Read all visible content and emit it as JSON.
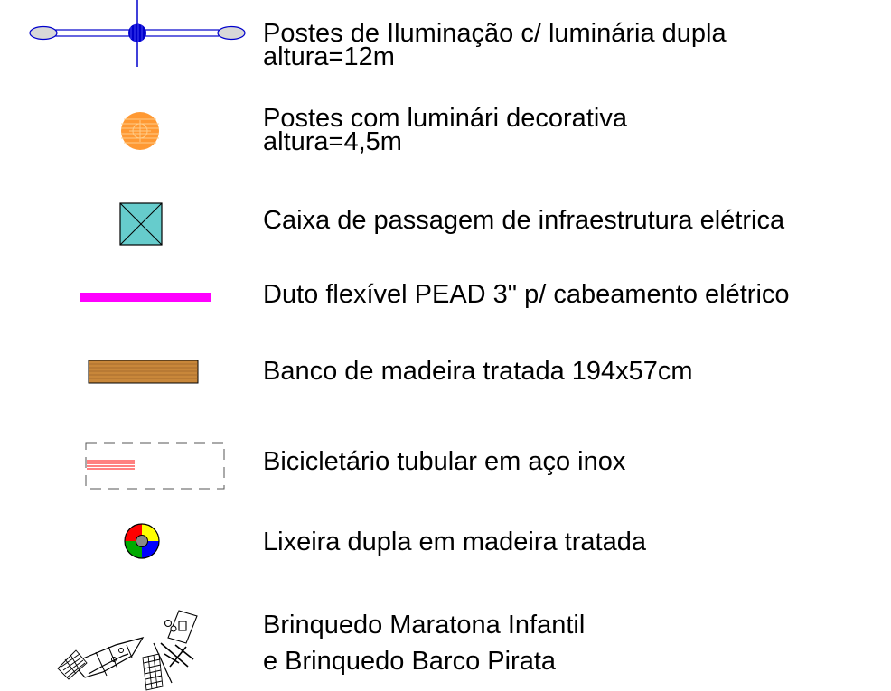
{
  "legend": {
    "items": [
      {
        "symbol": "double-lamp-pole-icon",
        "lines": [
          "Postes de Iluminação c/ luminária dupla",
          "altura=12m"
        ]
      },
      {
        "symbol": "decorative-lamp-post-icon",
        "lines": [
          "Postes com luminári decorativa",
          "altura=4,5m"
        ]
      },
      {
        "symbol": "junction-box-icon",
        "lines": [
          "Caixa de passagem de infraestrutura elétrica"
        ]
      },
      {
        "symbol": "flexible-duct-line-icon",
        "lines": [
          "Duto flexível PEAD 3\" p/ cabeamento elétrico"
        ]
      },
      {
        "symbol": "wooden-bench-icon",
        "lines": [
          "Banco de madeira tratada 194x57cm"
        ]
      },
      {
        "symbol": "bicycle-rack-icon",
        "lines": [
          "Bicicletário tubular em aço inox"
        ]
      },
      {
        "symbol": "double-trash-bin-icon",
        "lines": [
          "Lixeira dupla em madeira tratada"
        ]
      },
      {
        "symbol": "playground-equipment-icon",
        "lines": [
          "Brinquedo Maratona Infantil",
          "e Brinquedo Barco Pirata"
        ]
      }
    ]
  },
  "colors": {
    "lamp_pole_blue": "#0000cc",
    "lamp_pole_lens": "#d8d8d8",
    "decorative_lamp_orange": "#ff9933",
    "junction_box_cyan": "#66cccc",
    "duct_magenta": "#ff00ff",
    "bench_wood": "#c8873a",
    "bike_rack_red": "#ff0000",
    "bin_red": "#ff0000",
    "bin_yellow": "#ffff00",
    "bin_blue": "#0000ff",
    "bin_green": "#00aa00"
  }
}
